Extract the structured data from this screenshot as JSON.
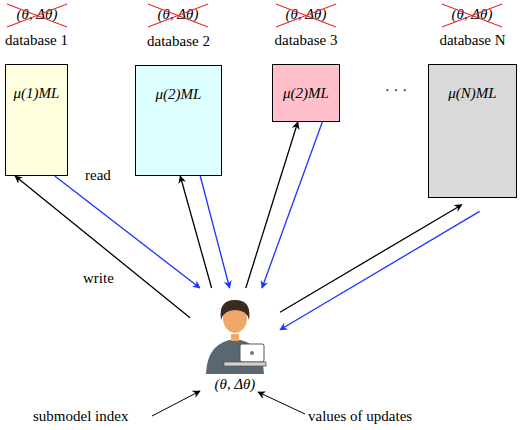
{
  "diagram": {
    "nodes": [
      {
        "text": [
          "database 1",
          "μ(1)ML"
        ]
      },
      {
        "text": [
          "database 2",
          "μ(2)ML"
        ]
      },
      {
        "text": [
          "database 3",
          "μ(2)ML"
        ]
      },
      {
        "text": [
          "database N",
          "μ(N)ML"
        ]
      },
      {
        "text": [
          "(θ, Δθ)"
        ]
      }
    ],
    "edges": [
      {
        "from": 4,
        "to": 0,
        "arrow": "to",
        "label": "write"
      },
      {
        "from": 0,
        "to": 4,
        "arrow": "to",
        "label": "read"
      },
      {
        "from": 4,
        "to": 1,
        "arrow": "to"
      },
      {
        "from": 1,
        "to": 4,
        "arrow": "to"
      },
      {
        "from": 4,
        "to": 2,
        "arrow": "to"
      },
      {
        "from": 2,
        "to": 4,
        "arrow": "to"
      },
      {
        "from": 4,
        "to": 3,
        "arrow": "to"
      },
      {
        "from": 3,
        "to": 4,
        "arrow": "to"
      }
    ],
    "labels": [
      "(θ, Δθ)",
      "(θ, Δθ)",
      "(θ, Δθ)",
      "(θ, Δθ)",
      "· · ·",
      "submodel index",
      "values of updates"
    ]
  }
}
